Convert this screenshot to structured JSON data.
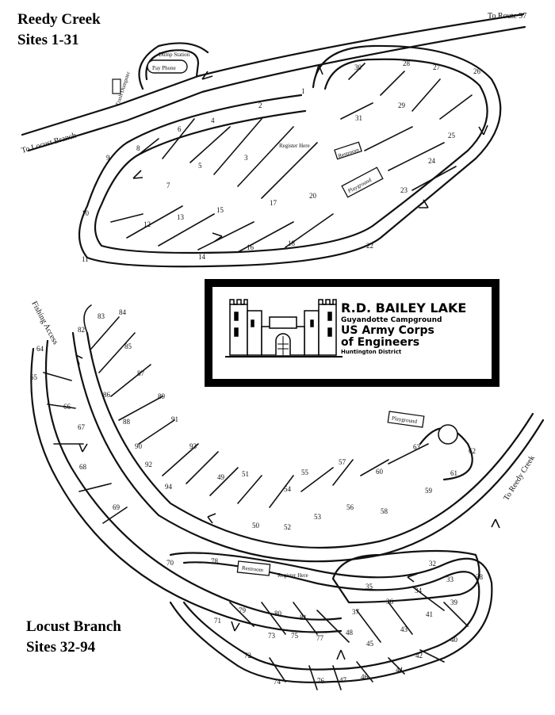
{
  "reedy_creek": {
    "title_line1": "Reedy Creek",
    "title_line2": "Sites 1-31",
    "labels": {
      "route97": "To Route 97",
      "locust_branch": "To Locust Branch",
      "dump_station": "Dump Station",
      "pay_phone": "Pay Phone",
      "trash_dumpster": "Trash Dumpster",
      "register_here": "Register Here",
      "restroom": "Restroom",
      "playground": "Playground"
    },
    "sites": [
      "1",
      "2",
      "3",
      "4",
      "5",
      "6",
      "7",
      "8",
      "9",
      "10",
      "11",
      "12",
      "13",
      "14",
      "15",
      "16",
      "17",
      "18",
      "20",
      "22",
      "23",
      "24",
      "25",
      "26",
      "27",
      "28",
      "29",
      "30",
      "31"
    ]
  },
  "locust_branch": {
    "title_line1": "Locust Branch",
    "title_line2": "Sites 32-94",
    "labels": {
      "fishing_access": "Fishing Access",
      "to_reedy_creek": "To Reedy Creek",
      "playground": "Playground",
      "register_here": "Register Here",
      "restroom": "Restroom"
    },
    "sites": [
      "32",
      "33",
      "34",
      "35",
      "36",
      "37",
      "38",
      "39",
      "40",
      "41",
      "42",
      "43",
      "44",
      "45",
      "46",
      "47",
      "48",
      "49",
      "50",
      "51",
      "52",
      "53",
      "54",
      "55",
      "56",
      "57",
      "58",
      "59",
      "60",
      "61",
      "62",
      "63",
      "64",
      "65",
      "66",
      "67",
      "68",
      "69",
      "70",
      "71",
      "72",
      "73",
      "74",
      "75",
      "76",
      "77",
      "78",
      "79",
      "80",
      "81",
      "82",
      "83",
      "84",
      "85",
      "86",
      "87",
      "88",
      "89",
      "90",
      "91",
      "92",
      "93",
      "94"
    ]
  },
  "logo": {
    "line1": "R.D. BAILEY LAKE",
    "line2": "Guyandotte Campground",
    "line3": "US Army Corps",
    "line4": "of Engineers",
    "line5": "Huntington District"
  }
}
